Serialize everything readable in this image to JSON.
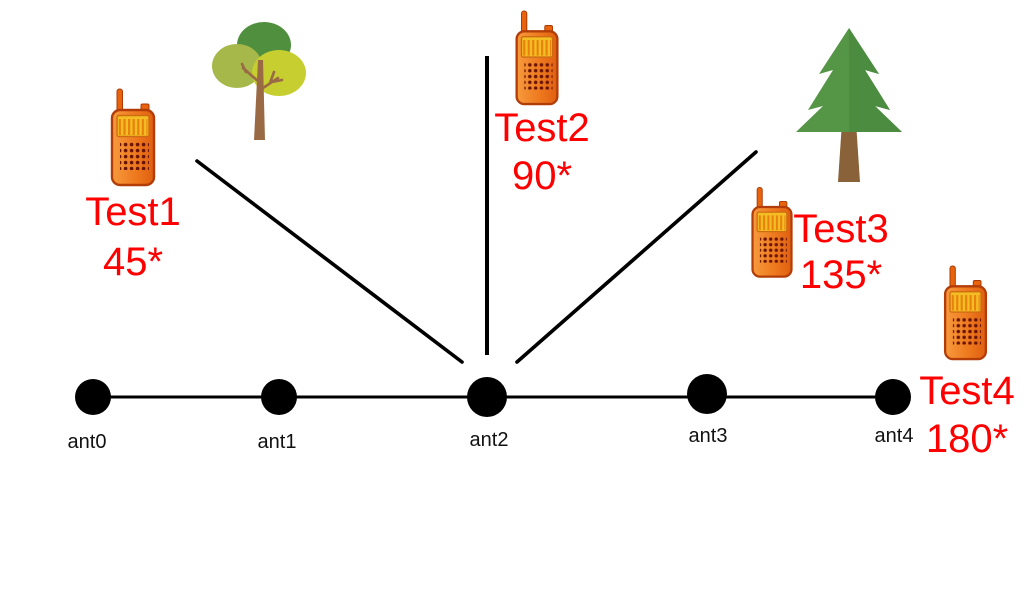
{
  "antennas": [
    {
      "label": "ant0"
    },
    {
      "label": "ant1"
    },
    {
      "label": "ant2"
    },
    {
      "label": "ant3"
    },
    {
      "label": "ant4"
    }
  ],
  "tests": [
    {
      "name": "Test1",
      "angle": "45*"
    },
    {
      "name": "Test2",
      "angle": "90*"
    },
    {
      "name": "Test3",
      "angle": "135*"
    },
    {
      "name": "Test4",
      "angle": "180*"
    }
  ],
  "icons": {
    "source": "walkie-talkie-icon",
    "obstacle_round": "round-tree-icon",
    "obstacle_pine": "pine-tree-icon"
  },
  "colors": {
    "background": "#ffffff",
    "line": "#000000",
    "node": "#000000",
    "test_label": "#ff0000",
    "antenna_label": "#111111",
    "walkie_body": "#ed7124",
    "walkie_screen": "#f2be23",
    "round_tree_greens": [
      "#4f8f3d",
      "#a7b84b",
      "#c6cf2f"
    ],
    "pine_green": "#549646",
    "trunk_brown": "#9a6a45"
  }
}
